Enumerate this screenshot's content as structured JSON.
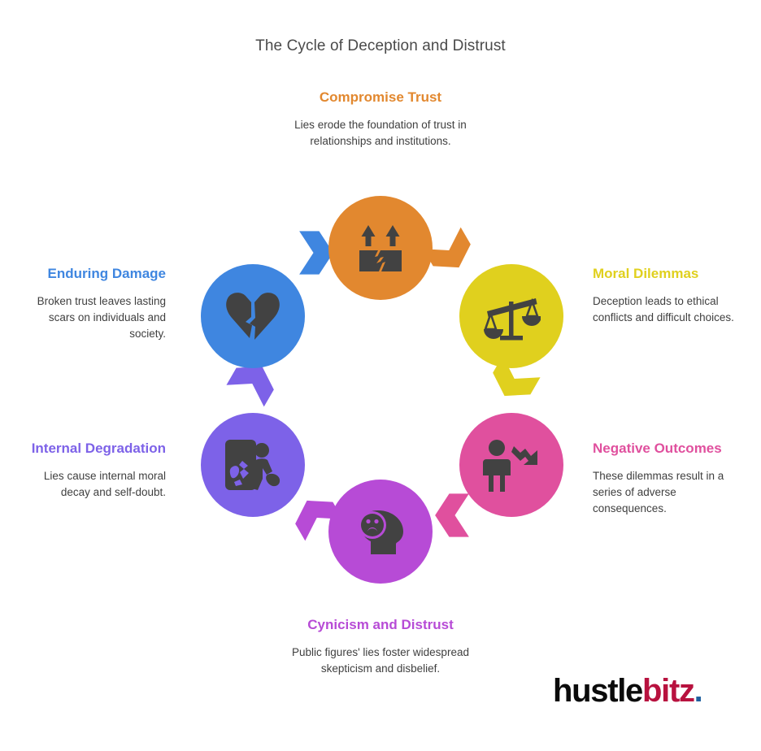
{
  "page": {
    "title": "The Cycle of Deception and Distrust",
    "background": "#ffffff"
  },
  "logo": {
    "part_a": "hustle",
    "part_b": "bitz",
    "dot": ".",
    "color_a": "#0b0b0b",
    "color_b": "#b8123f",
    "color_dot": "#1f5f9e"
  },
  "chart_data": {
    "type": "diagram",
    "subtype": "cycle",
    "title": "The Cycle of Deception and Distrust",
    "direction": "clockwise",
    "node_count": 6,
    "nodes": [
      {
        "id": "compromise-trust",
        "order": 1,
        "heading": "Compromise Trust",
        "body": "Lies erode the foundation of trust in relationships and institutions.",
        "color": "#E2882F",
        "icon": "broken-fragile-box-icon",
        "position": "top",
        "label_align": "center"
      },
      {
        "id": "moral-dilemmas",
        "order": 2,
        "heading": "Moral Dilemmas",
        "body": "Deception leads to ethical conflicts and difficult choices.",
        "color": "#E0D01E",
        "icon": "balance-scale-icon",
        "position": "upper-right",
        "label_align": "left"
      },
      {
        "id": "negative-outcomes",
        "order": 3,
        "heading": "Negative Outcomes",
        "body": "These dilemmas result in a series of adverse consequences.",
        "color": "#E0509E",
        "icon": "person-declining-arrow-icon",
        "position": "lower-right",
        "label_align": "left"
      },
      {
        "id": "cynicism-and-distrust",
        "order": 4,
        "heading": "Cynicism and Distrust",
        "body": "Public figures' lies foster widespread skepticism and disbelief.",
        "color": "#B74BD6",
        "icon": "head-sad-face-icon",
        "position": "bottom",
        "label_align": "center"
      },
      {
        "id": "internal-degradation",
        "order": 5,
        "heading": "Internal Degradation",
        "body": "Lies cause internal moral decay and self-doubt.",
        "color": "#7D62E8",
        "icon": "person-littering-icon",
        "position": "lower-left",
        "label_align": "right"
      },
      {
        "id": "enduring-damage",
        "order": 6,
        "heading": "Enduring Damage",
        "body": "Broken trust leaves lasting scars on individuals and society.",
        "color": "#3F86E0",
        "icon": "broken-heart-icon",
        "position": "upper-left",
        "label_align": "right"
      }
    ],
    "edges": [
      {
        "from": "compromise-trust",
        "to": "moral-dilemmas",
        "color": "#E2882F"
      },
      {
        "from": "moral-dilemmas",
        "to": "negative-outcomes",
        "color": "#E0D01E"
      },
      {
        "from": "negative-outcomes",
        "to": "cynicism-and-distrust",
        "color": "#E0509E"
      },
      {
        "from": "cynicism-and-distrust",
        "to": "internal-degradation",
        "color": "#B74BD6"
      },
      {
        "from": "internal-degradation",
        "to": "enduring-damage",
        "color": "#7D62E8"
      },
      {
        "from": "enduring-damage",
        "to": "compromise-trust",
        "color": "#3F86E0"
      }
    ]
  }
}
